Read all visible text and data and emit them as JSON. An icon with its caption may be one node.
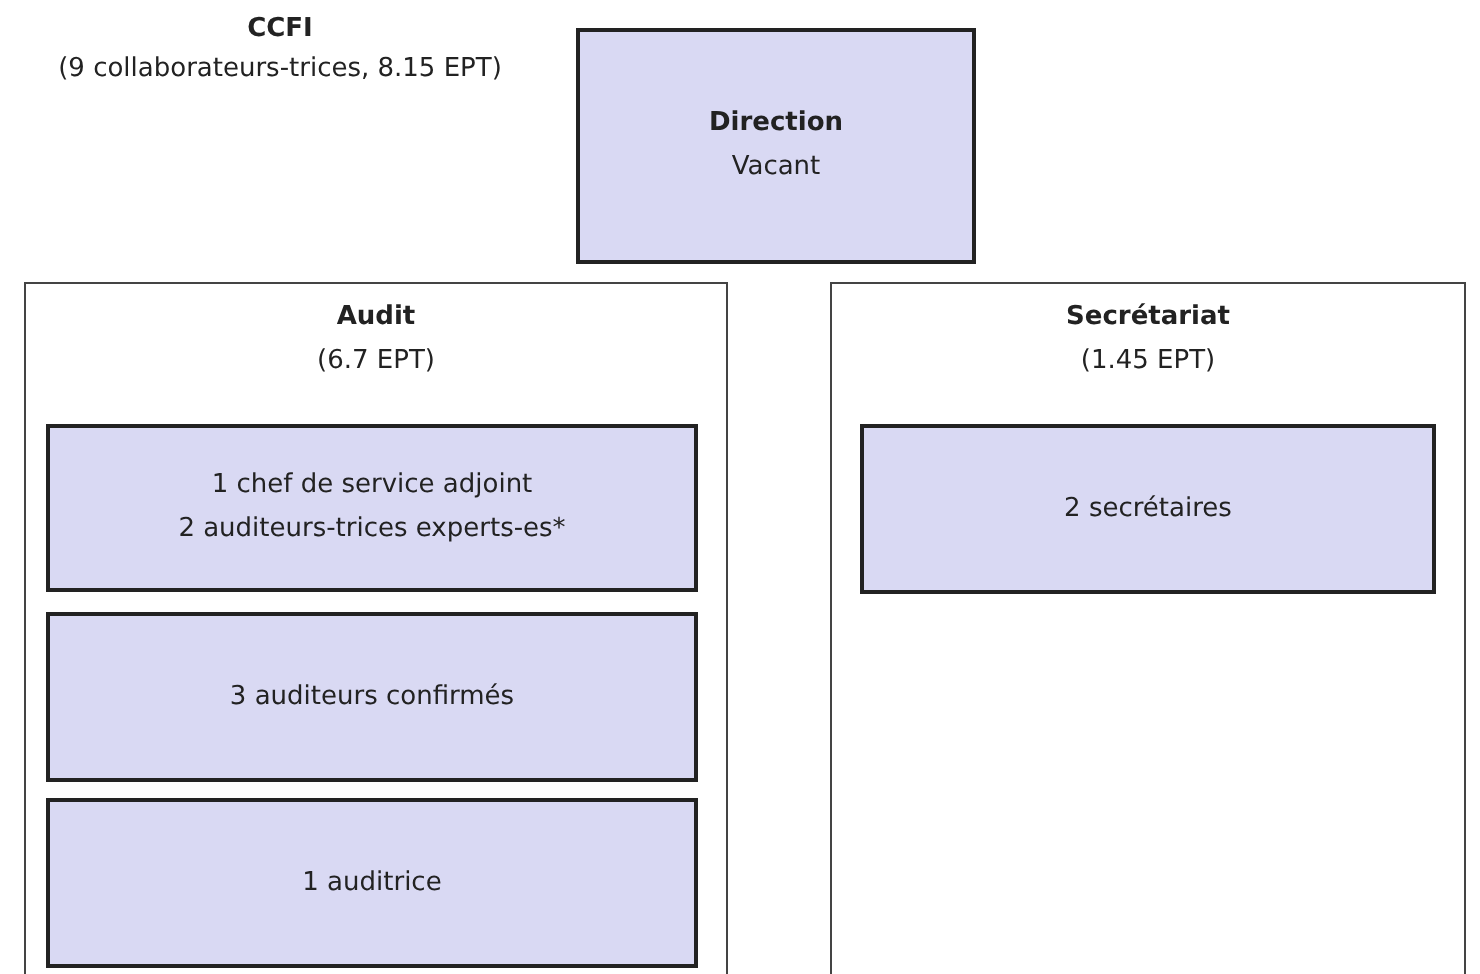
{
  "diagram": {
    "nodes": [
      {
        "text": [
          "Direction",
          "Vacant"
        ]
      },
      {
        "text": [
          "Audit",
          "(6.7 EPT)"
        ]
      },
      {
        "text": [
          "1 chef de service adjoint",
          "2 auditeurs-trices experts-es*"
        ],
        "in": 1
      },
      {
        "text": [
          "3 auditeurs confirmés"
        ],
        "in": 1
      },
      {
        "text": [
          "1 auditrice"
        ],
        "in": 1
      },
      {
        "text": [
          "Secrétariat",
          "(1.45 EPT)"
        ]
      },
      {
        "text": [
          "2 secrétaires"
        ],
        "in": 5
      }
    ],
    "labels": [
      "CCFI",
      "(9 collaborateurs-trices, 8.15 EPT)"
    ]
  }
}
